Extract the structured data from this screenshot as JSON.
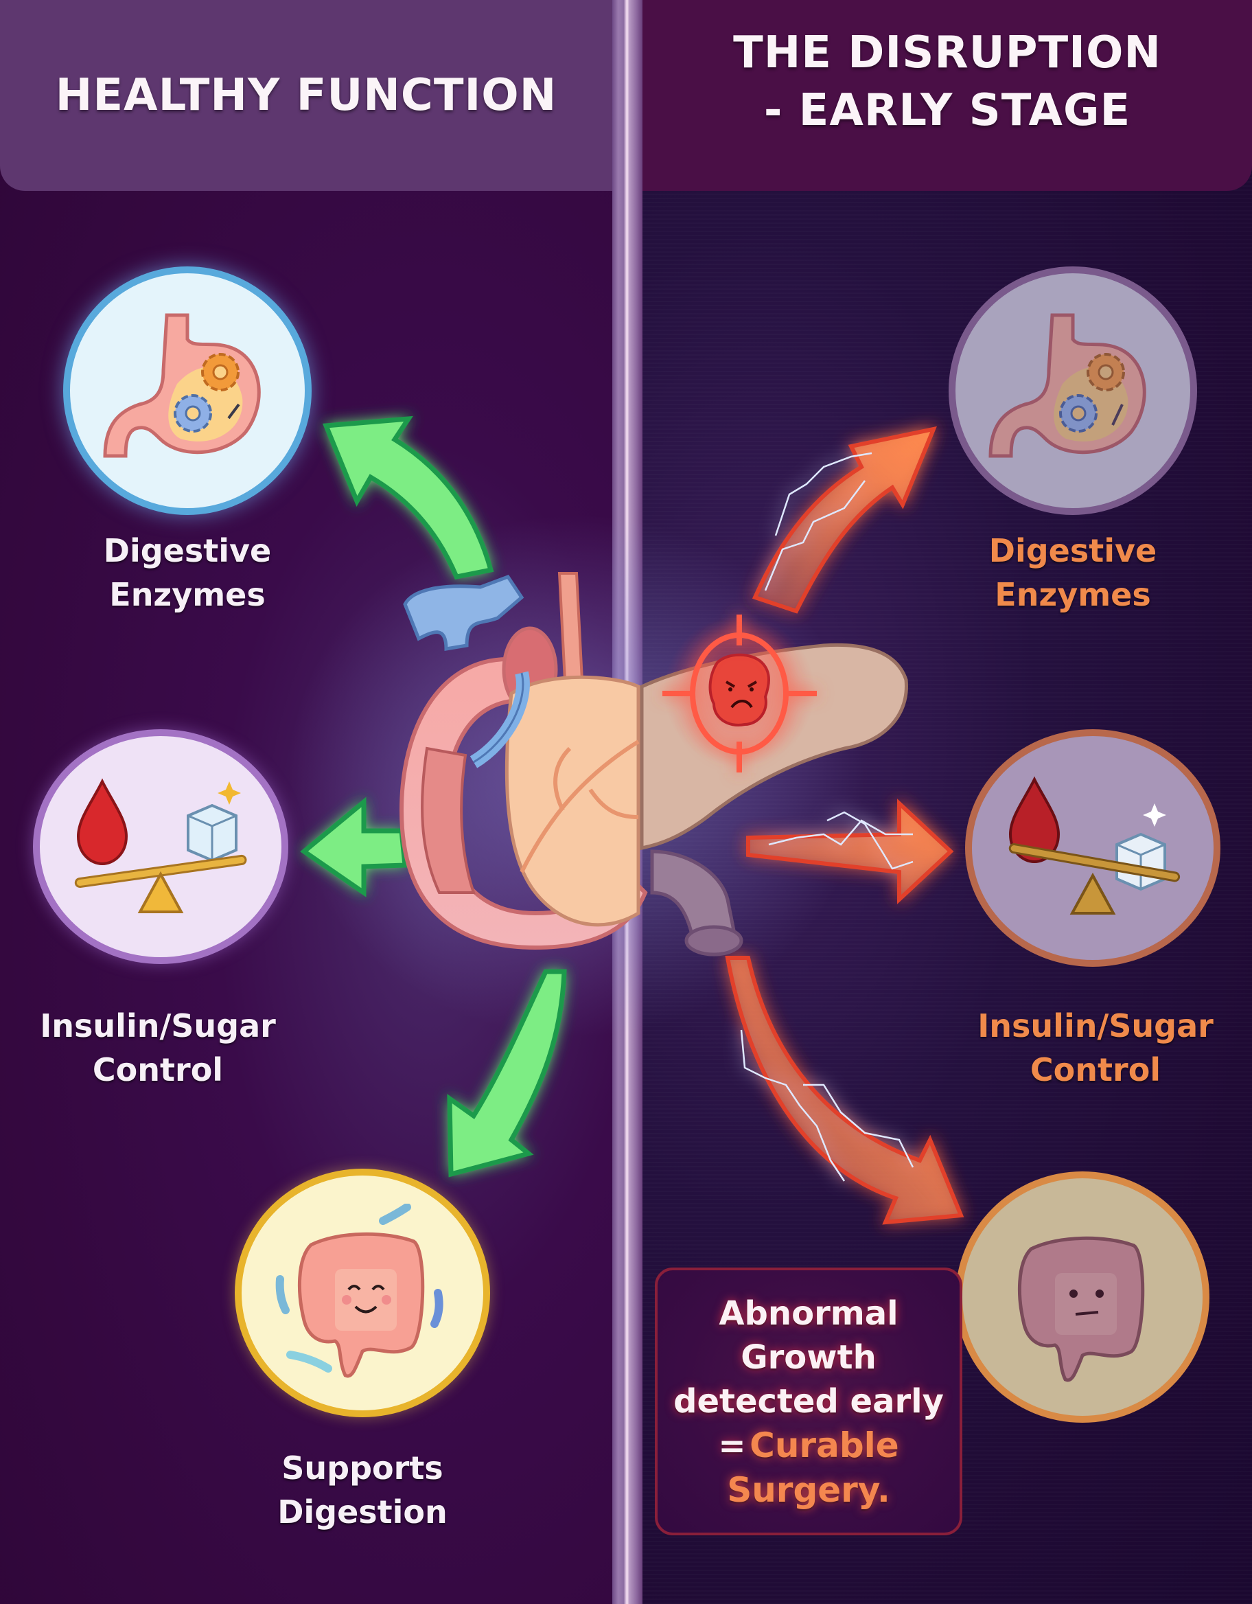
{
  "left_panel": {
    "title": "HEALTHY FUNCTION",
    "nodes": [
      {
        "id": "digestive-enzymes",
        "lines": [
          "Digestive",
          "Enzymes"
        ],
        "icon": "stomach-with-gears-icon",
        "ring_color": "#58a9dc",
        "fill_color": "#e4f4fb"
      },
      {
        "id": "insulin-sugar-control",
        "lines": [
          "Insulin/Sugar",
          "Control"
        ],
        "icon": "blood-sugar-balance-scale-icon",
        "ring_color": "#a372c4",
        "fill_color": "#efe2f6"
      },
      {
        "id": "supports-digestion",
        "lines": [
          "Supports",
          "Digestion"
        ],
        "icon": "happy-intestine-icon",
        "ring_color": "#e8b42c",
        "fill_color": "#fbf4cc"
      }
    ],
    "arrow_color": "#6ee882"
  },
  "right_panel": {
    "title_lines": [
      "THE DISRUPTION",
      "- EARLY STAGE"
    ],
    "nodes": [
      {
        "id": "digestive-enzymes-disrupted",
        "lines": [
          "Digestive",
          "Enzymes"
        ],
        "icon": "stomach-with-gears-icon",
        "ring_color": "#7a5a8c",
        "fill_color": "#a9a3bd"
      },
      {
        "id": "insulin-sugar-control-disrupted",
        "lines": [
          "Insulin/Sugar",
          "Control"
        ],
        "icon": "blood-sugar-balance-scale-icon",
        "ring_color": "#b8684c",
        "fill_color": "#a896b8"
      },
      {
        "id": "digestion-disrupted",
        "lines": [],
        "icon": "neutral-intestine-icon",
        "ring_color": "#d98a45",
        "fill_color": "#c8b898"
      }
    ],
    "arrow_color": "#f07a48",
    "callout": {
      "line1": "Abnormal",
      "line2": "Growth",
      "line3": "detected early",
      "equals": "=",
      "highlight1": "Curable",
      "highlight2": "Surgery."
    }
  },
  "center": {
    "organ": "pancreas-icon",
    "tumor": "angry-tumor-icon",
    "target": "crosshair-target-icon"
  },
  "colors": {
    "left_header": "#5e376f",
    "right_header": "#4a0f46",
    "label_white": "#f7f0f7",
    "label_orange": "#f08a4b"
  }
}
